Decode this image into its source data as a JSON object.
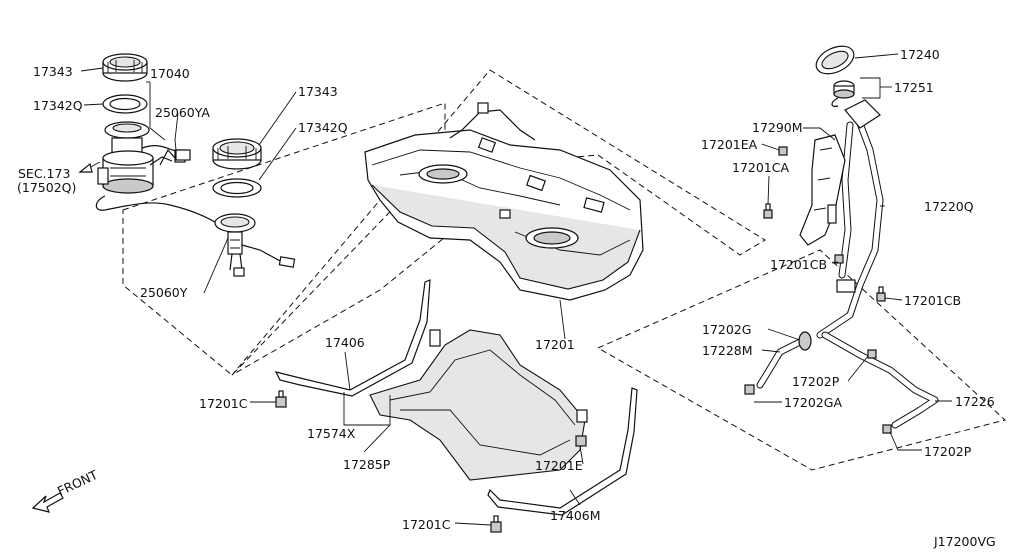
{
  "diagram_id": "J17200VG",
  "front_label": "FRONT",
  "labels": {
    "p17343a": "17343",
    "p17040": "17040",
    "p17342qa": "17342Q",
    "p25060ya": "25060YA",
    "sec173": "SEC.173",
    "p17502q": "(17502Q)",
    "p17343b": "17343",
    "p17342qb": "17342Q",
    "p25060y": "25060Y",
    "p17201": "17201",
    "p17406": "17406",
    "p17201ca": "17201C",
    "p17574x": "17574X",
    "p17285p": "17285P",
    "p17201e": "17201E",
    "p17201cb_bottom": "17201C",
    "p17406m": "17406M",
    "p17240": "17240",
    "p17251": "17251",
    "p17290m": "17290M",
    "p17201ea": "17201EA",
    "p17201ca2": "17201CA",
    "p17220q": "17220Q",
    "p17201cb1": "17201CB",
    "p17201cb2": "17201CB",
    "p17202g": "17202G",
    "p17228m": "17228M",
    "p17202p1": "17202P",
    "p17202ga": "17202GA",
    "p17226": "17226",
    "p17202p2": "17202P"
  }
}
